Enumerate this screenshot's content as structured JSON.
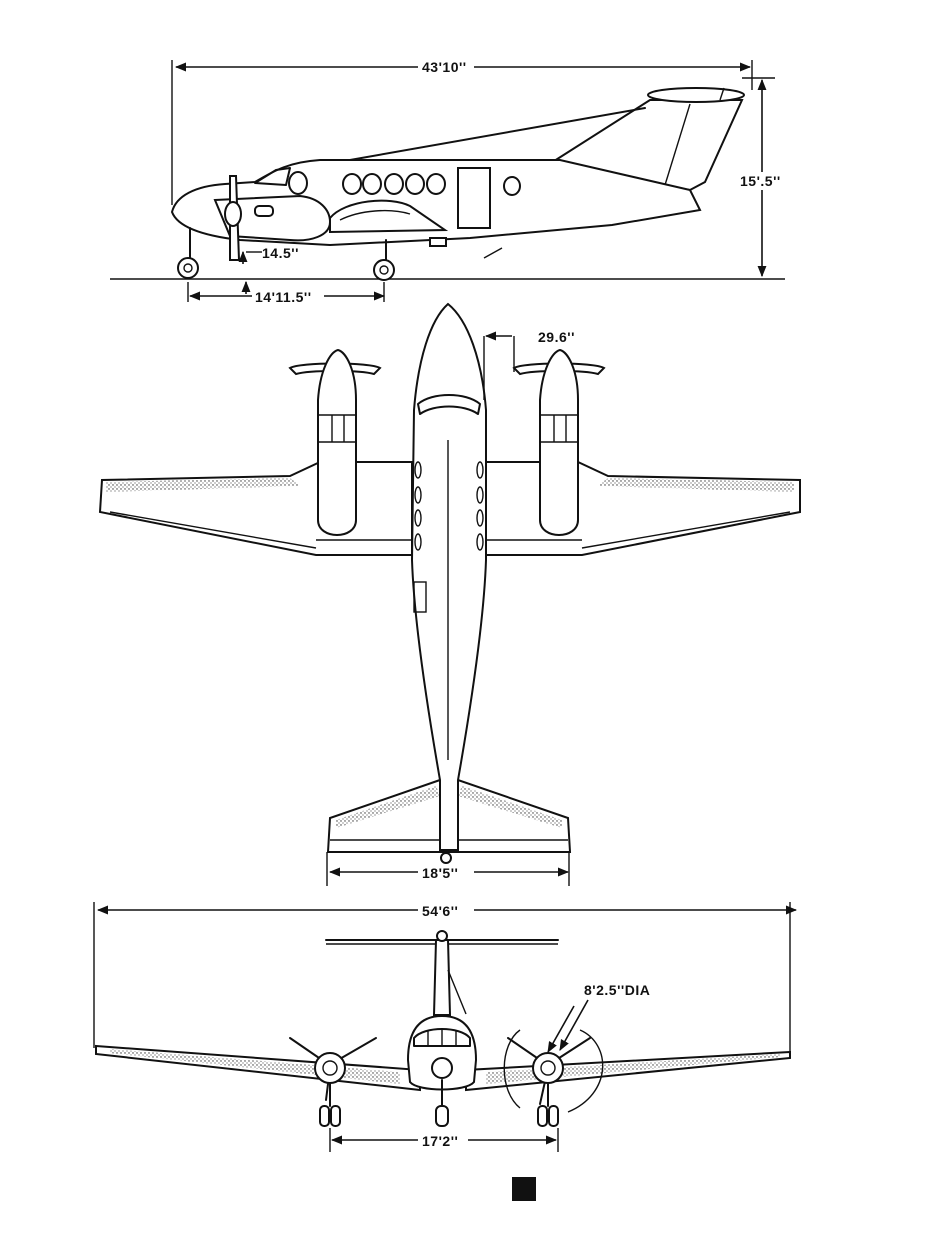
{
  "dimensions": {
    "length": "43'10''",
    "height": "15'.5''",
    "prop_ground_clearance": "14.5''",
    "wheelbase": "14'11.5''",
    "prop_to_fuselage": "29.6''",
    "tail_span": "18'5''",
    "wing_span": "54'6''",
    "propeller_diameter": "8'2.5''DIA",
    "wheel_track": "17'2''"
  },
  "colors": {
    "ink": "#111111",
    "paper": "#ffffff"
  }
}
